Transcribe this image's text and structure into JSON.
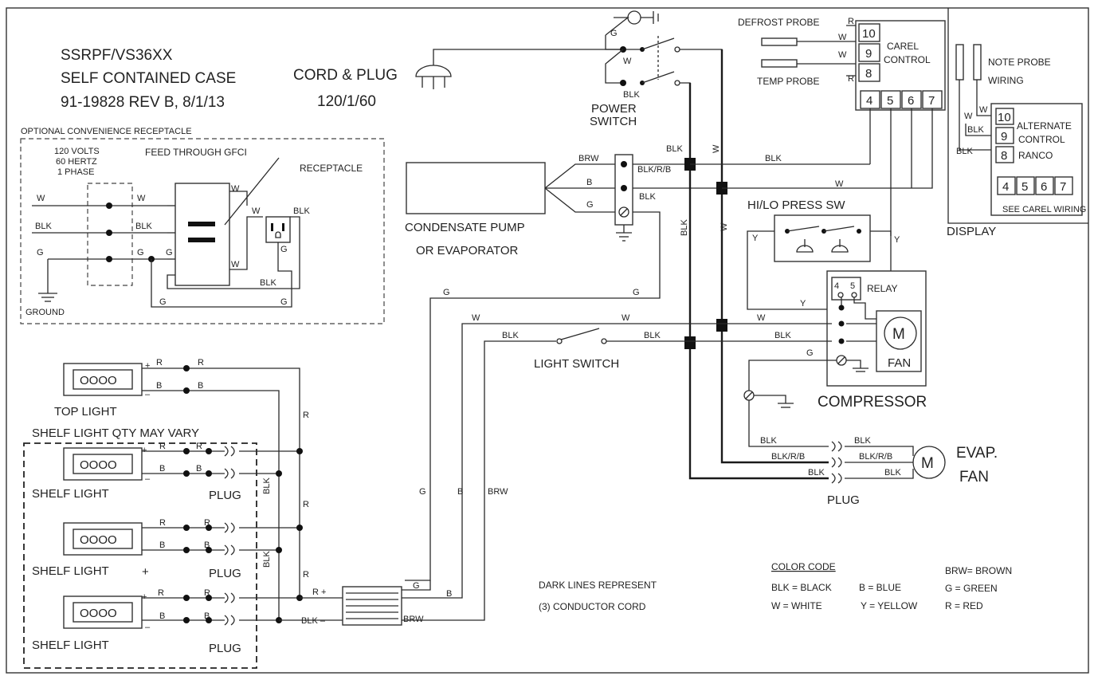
{
  "title": {
    "line1": "SSRPF/VS36XX",
    "line2": "SELF CONTAINED CASE",
    "line3": "91-19828    REV B, 8/1/13"
  },
  "cord": {
    "label": "CORD & PLUG",
    "rating": "120/1/60"
  },
  "optional": {
    "heading": "OPTIONAL CONVENIENCE RECEPTACLE",
    "supply": [
      "120 VOLTS",
      "60 HERTZ",
      "1 PHASE"
    ],
    "gfci": "FEED THROUGH GFCI",
    "receptacle": "RECEPTACLE",
    "ground": "GROUND"
  },
  "power_switch": {
    "line1": "POWER",
    "line2": "SWITCH"
  },
  "probes": {
    "defrost": "DEFROST PROBE",
    "temp": "TEMP PROBE"
  },
  "carel": {
    "name_line1": "CAREL",
    "name_line2": "CONTROL",
    "terms": [
      "10",
      "9",
      "8"
    ],
    "bottom_terms": [
      "4",
      "5",
      "6",
      "7"
    ]
  },
  "alt_control": {
    "note_line1": "NOTE PROBE",
    "note_line2": "WIRING",
    "terms": [
      "10",
      "9",
      "8"
    ],
    "name_line1": "ALTERNATE",
    "name_line2": "CONTROL",
    "name_line3": "RANCO",
    "bottom_terms": [
      "4",
      "5",
      "6",
      "7"
    ],
    "see": "SEE CAREL WIRING",
    "display": "DISPLAY"
  },
  "pump": {
    "line1": "CONDENSATE PUMP",
    "line2": "OR EVAPORATOR"
  },
  "hilo": "HI/LO PRESS  SW",
  "relay": {
    "label": "RELAY",
    "terms": [
      "4",
      "5"
    ]
  },
  "motor_letter": "M",
  "fan": "FAN",
  "compressor": "COMPRESSOR",
  "light_switch": "LIGHT SWITCH",
  "evap_fan": {
    "line1": "EVAP.",
    "line2": "FAN"
  },
  "plug": "PLUG",
  "lights": {
    "top": "TOP LIGHT",
    "shelf_note": "SHELF LIGHT QTY MAY VARY",
    "shelf": "SHELF LIGHT",
    "lamp": "OOOO"
  },
  "wires": {
    "W": "W",
    "BLK": "BLK",
    "G": "G",
    "R": "R",
    "B": "B",
    "Y": "Y",
    "BRW": "BRW",
    "BLKRB": "BLK/R/B",
    "plus": "+",
    "minus": "–",
    "Rplus": "R  +",
    "BLKminus": "BLK –"
  },
  "note": {
    "line1": "DARK LINES REPRESENT",
    "line2": "(3) CONDUCTOR CORD"
  },
  "color_code": {
    "heading": "COLOR CODE",
    "blk": "BLK = BLACK",
    "b": "B = BLUE",
    "w": "W = WHITE",
    "y": "Y = YELLOW",
    "brw": "BRW= BROWN",
    "g": "G = GREEN",
    "r": "R = RED"
  }
}
